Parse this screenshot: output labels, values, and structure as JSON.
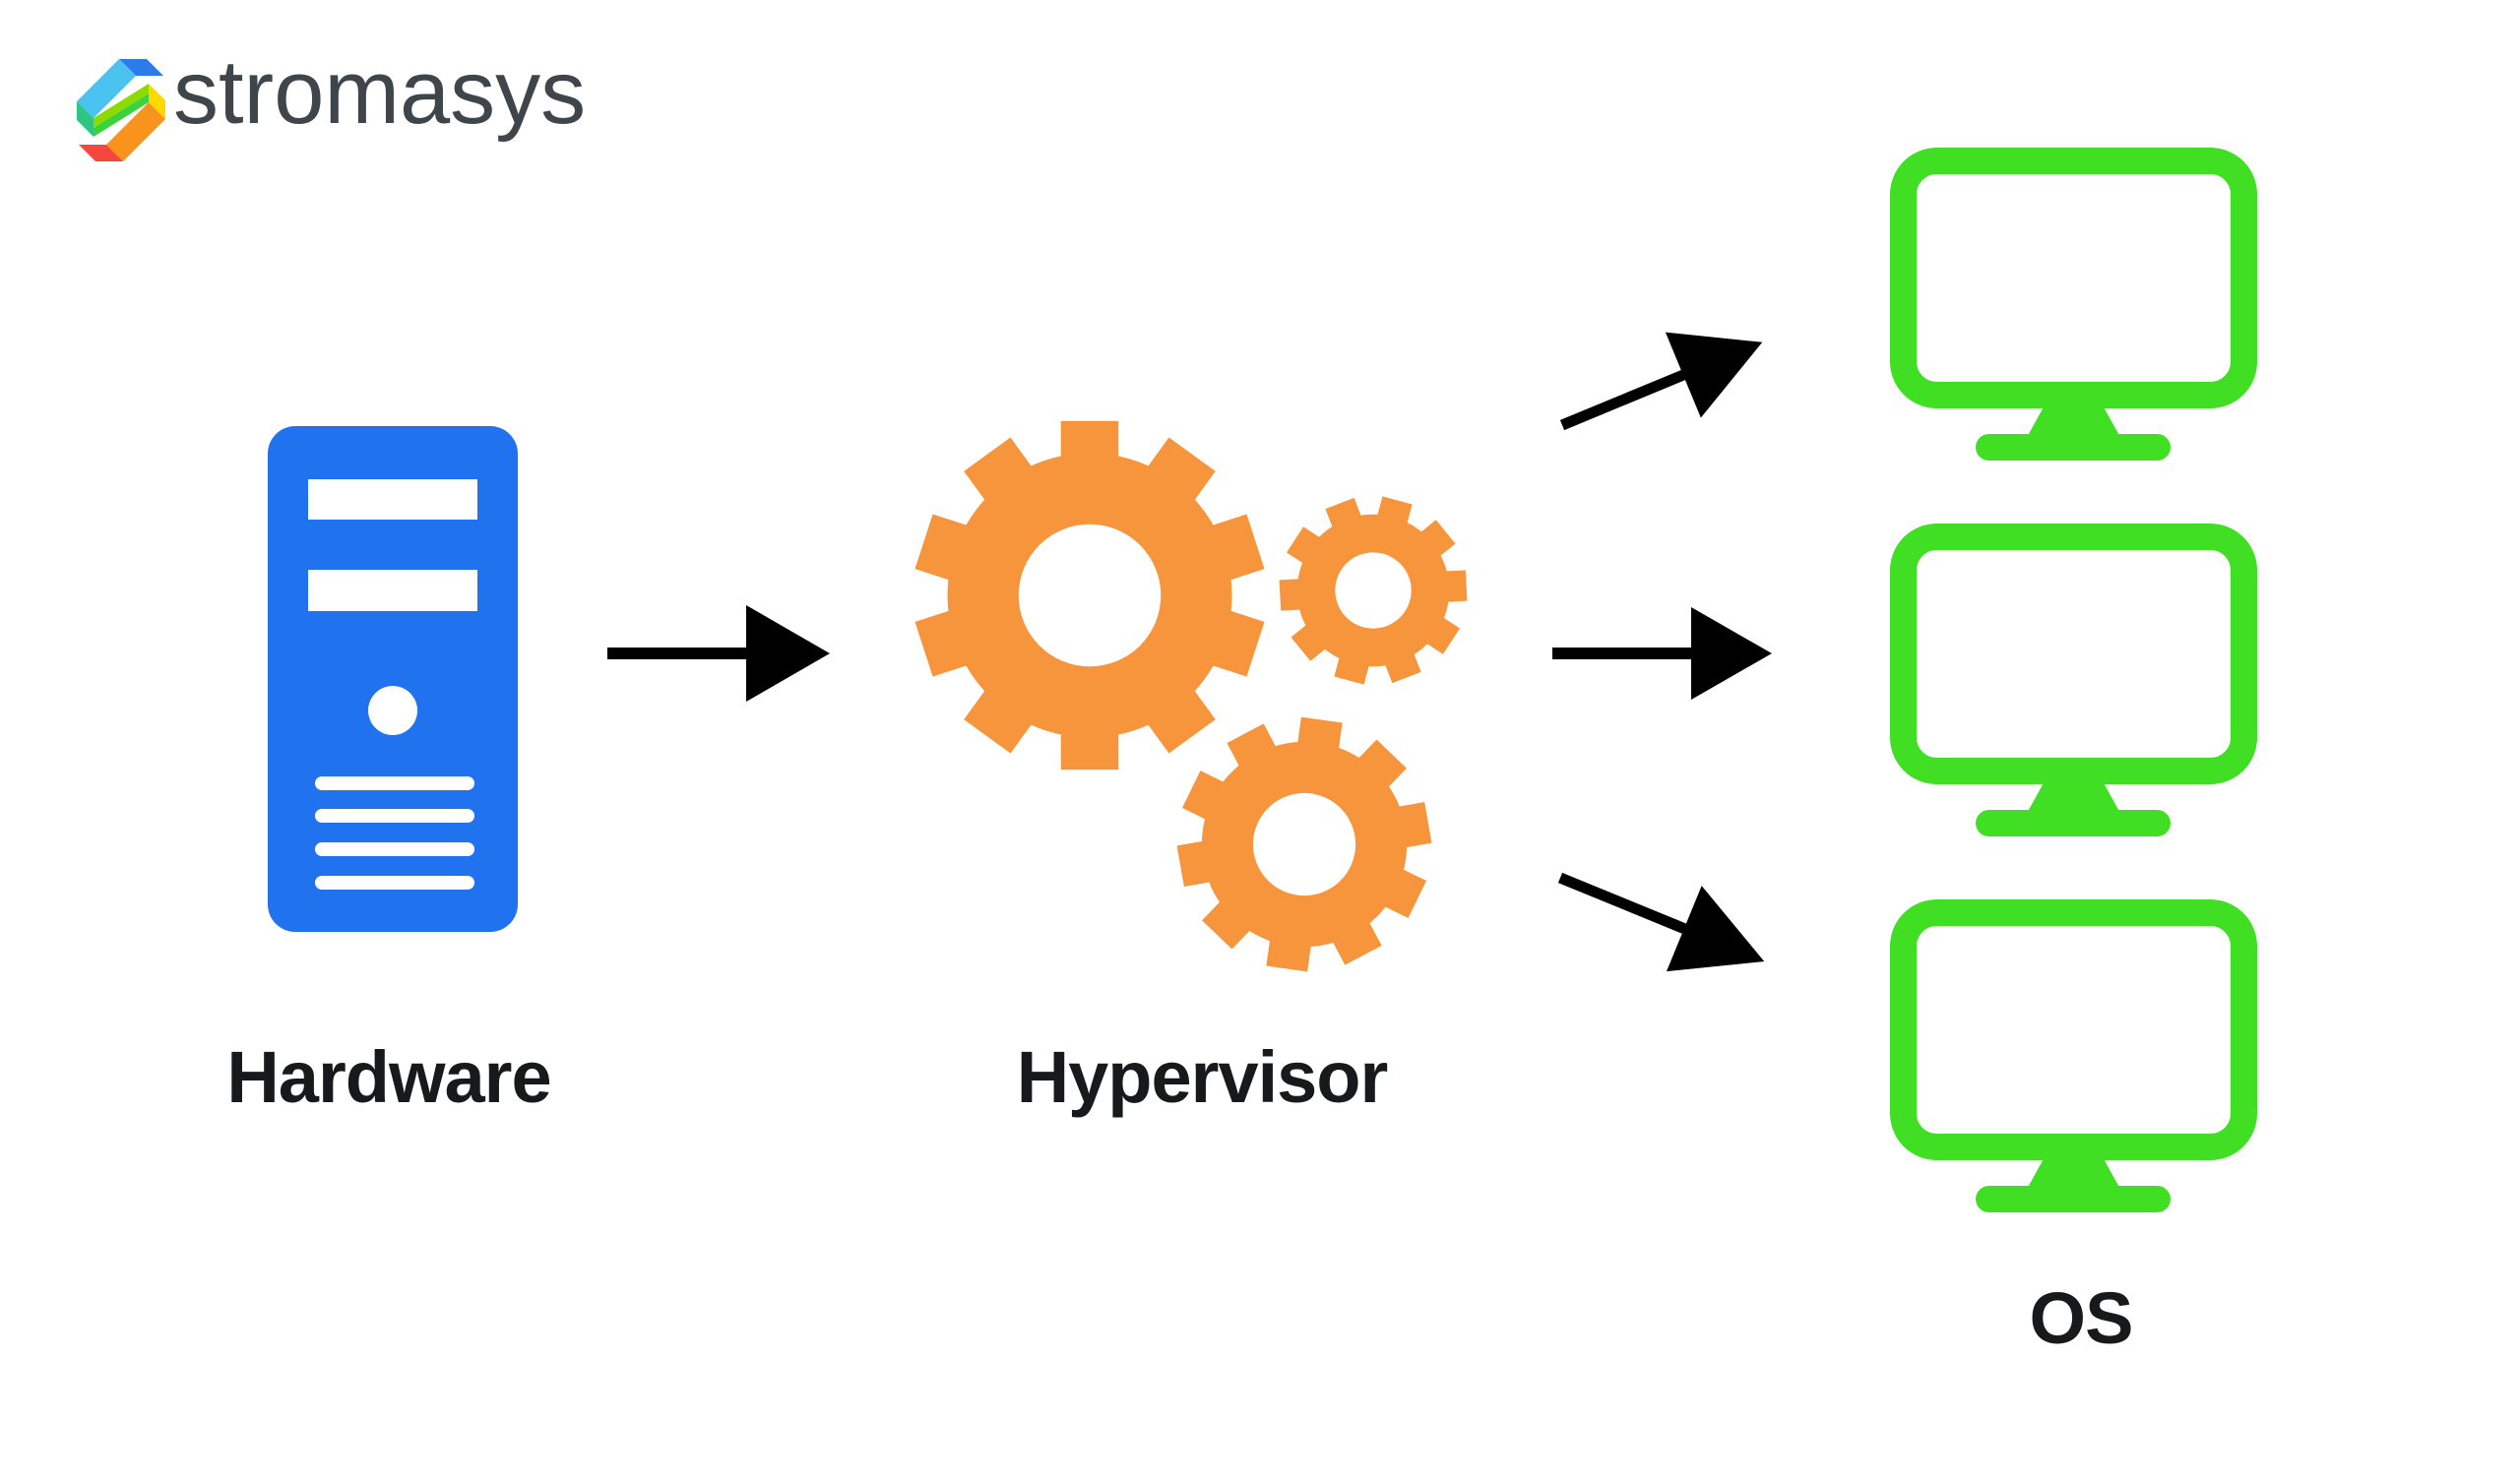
{
  "brand": {
    "name": "stromasys",
    "logo_colors": [
      "#2B7CE9",
      "#4AC3F1",
      "#2EC583",
      "#8CDB00",
      "#3CD23D",
      "#FFD800",
      "#F8941E",
      "#F4473D"
    ]
  },
  "colors": {
    "hardware_blue": "#2172EF",
    "hypervisor_orange": "#F7953D",
    "os_green": "#40DF24",
    "arrow_black": "#000000",
    "label_dark": "#17191B",
    "wordmark_gray": "#3F464B"
  },
  "diagram": {
    "nodes": [
      {
        "id": "hardware",
        "label": "Hardware",
        "icon": "server-tower-icon",
        "color": "#2172EF"
      },
      {
        "id": "hypervisor",
        "label": "Hypervisor",
        "icon": "gears-icon",
        "color": "#F7953D",
        "gear_count": 3
      },
      {
        "id": "os",
        "label": "OS",
        "icon": "monitor-icon",
        "color": "#40DF24",
        "monitor_count": 3
      }
    ],
    "arrows": [
      {
        "from": "hardware",
        "to": "hypervisor",
        "direction": "right"
      },
      {
        "from": "hypervisor",
        "to": "os-monitor-1",
        "direction": "up-right"
      },
      {
        "from": "hypervisor",
        "to": "os-monitor-2",
        "direction": "right"
      },
      {
        "from": "hypervisor",
        "to": "os-monitor-3",
        "direction": "down-right"
      }
    ]
  }
}
